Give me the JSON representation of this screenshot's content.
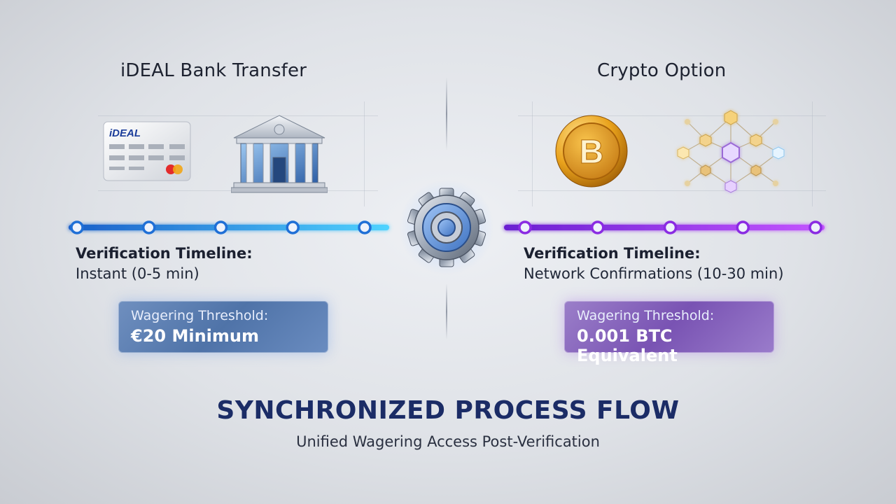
{
  "left": {
    "title": "iDEAL Bank Transfer",
    "card_brand": "iDEAL",
    "timeline_label": "Verification Timeline:",
    "timeline_value": "Instant (0-5 min)",
    "threshold_label": "Wagering Threshold:",
    "threshold_value": "€20 Minimum",
    "accent": "#1f6fd6",
    "timeline_points": 5
  },
  "right": {
    "title": "Crypto Option",
    "coin_symbol": "B",
    "timeline_label": "Verification Timeline:",
    "timeline_value": "Network Confirmations (10-30 min)",
    "threshold_label": "Wagering Threshold:",
    "threshold_value": "0.001 BTC Equivalent",
    "accent": "#8a2be2",
    "timeline_points": 5
  },
  "center_icon": "gear-icon",
  "footer": {
    "title": "SYNCHRONIZED PROCESS FLOW",
    "subtitle": "Unified Wagering Access Post-Verification"
  }
}
